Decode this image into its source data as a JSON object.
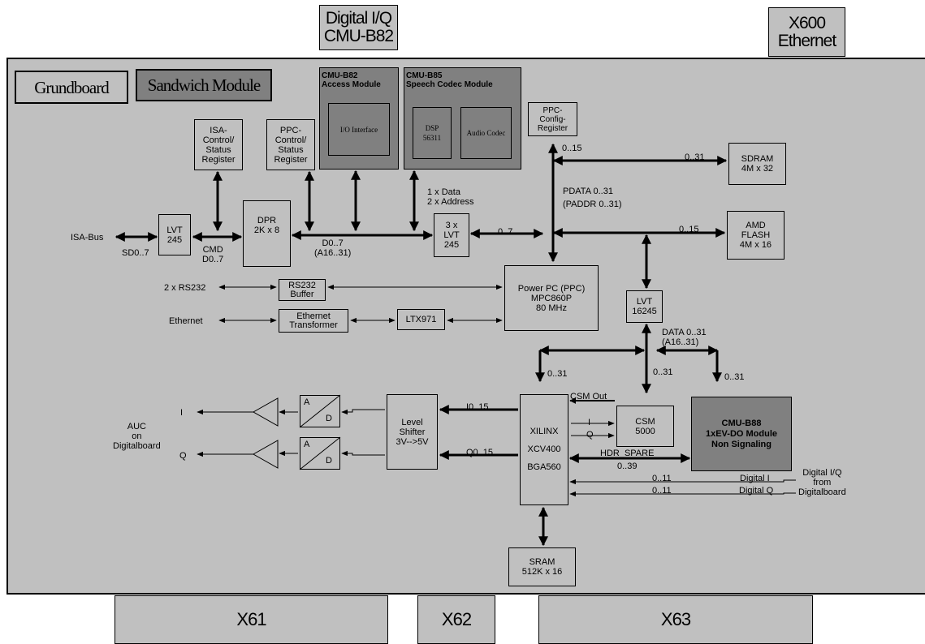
{
  "connectors": {
    "digital_iq": "Digital I/Q\nCMU-B82",
    "x600": "X600\nEthernet",
    "x61": "X61",
    "x62": "X62",
    "x63": "X63"
  },
  "legend": {
    "grundboard": "Grundboard",
    "sandwich": "Sandwich Module"
  },
  "modules": {
    "b82_title": "CMU-B82\nAccess Module",
    "b82_io": "I/O Interface",
    "b85_title": "CMU-B85\nSpeech Codec Module",
    "b85_dsp": "DSP\n56311",
    "b85_audio": "Audio Codec",
    "b88": "CMU-B88\n1xEV-DO Module\nNon Signaling"
  },
  "blocks": {
    "isa_reg": "ISA-\nControl/\nStatus\nRegister",
    "ppc_reg": "PPC-\nControl/\nStatus\nRegister",
    "ppc_config": "PPC-\nConfig-\nRegister",
    "sdram": "SDRAM\n4M x 32",
    "amd_flash": "AMD\nFLASH\n4M x 16",
    "lvt245": "LVT\n245",
    "dpr": "DPR\n2K x 8",
    "lvt245x3": "3 x\nLVT\n245",
    "ppc": "Power PC (PPC)\nMPC860P\n80 MHz",
    "rs232_buf": "RS232\nBuffer",
    "eth_trans": "Ethernet\nTransformer",
    "ltx971": "LTX971",
    "lvt16245": "LVT\n16245",
    "level_shifter": "Level\nShifter\n3V-->5V",
    "xilinx": "XILINX\n\nXCV400\n\nBGA560",
    "csm": "CSM\n5000",
    "sram": "SRAM\n512K x 16",
    "adc": "A",
    "adc_d": "D"
  },
  "labels": {
    "isa_bus": "ISA-Bus",
    "sd07": "SD0..7",
    "cmd": "CMD\nD0..7",
    "d07": "D0..7\n(A16..31)",
    "data_addr": "1 x Data\n2 x Address",
    "zero7": "0..7",
    "r015a": "0..15",
    "r031a": "0..31",
    "pdata": "PDATA 0..31\n(PADDR 0..31)",
    "r015b": "0..15",
    "rs232": "2 x RS232",
    "ethernet": "Ethernet",
    "data031": "DATA 0..31\n(A16..31)",
    "r031b": "0..31",
    "r031c": "0..31",
    "r031d": "0..31",
    "csm_out": "CSM Out",
    "i015": "I0..15",
    "q015": "Q0..15",
    "i_small": "I",
    "q_small": "Q",
    "hdr_spare": "HDR_SPARE",
    "r039": "0..39",
    "r011a": "0..11",
    "r011b": "0..11",
    "dig_i": "Digital I",
    "dig_q": "Digital Q",
    "dig_iq_from": "Digital I/Q\nfrom\nDigitalboard",
    "auc": "AUC\non\nDigitalboard",
    "out_i": "I",
    "out_q": "Q"
  }
}
